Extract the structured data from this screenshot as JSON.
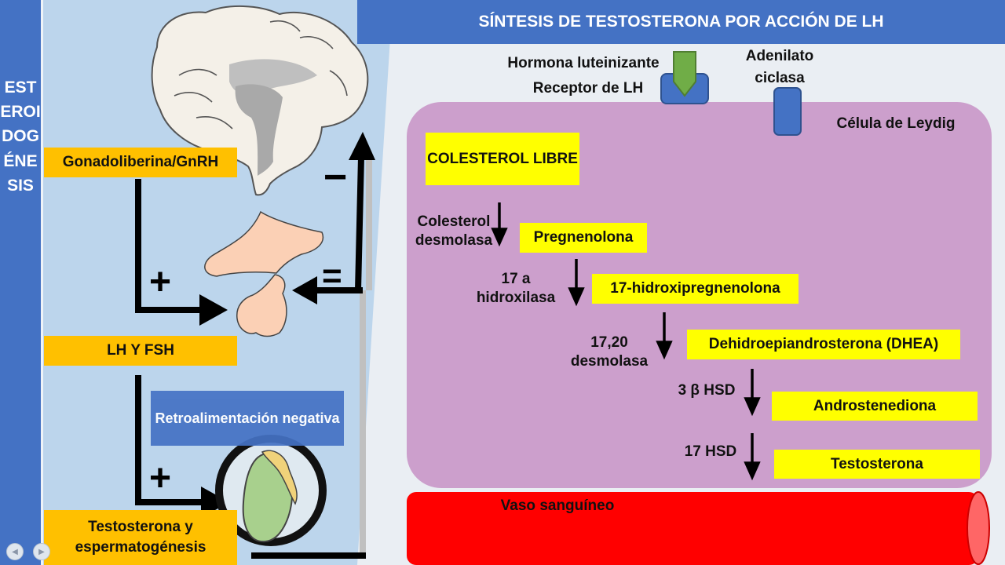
{
  "sidebar": {
    "title": "ESTEROIDOGÉNESIS"
  },
  "header": {
    "title": "SÍNTESIS DE TESTOSTERONA POR ACCIÓN DE LH"
  },
  "left": {
    "gnrh": "Gonadoliberina/GnRH",
    "lh_fsh": "LH Y FSH",
    "testosterona": "Testosterona y espermatogénesis",
    "feedback": "Retroalimentación negativa",
    "plus_1": "+",
    "plus_2": "+",
    "minus_1": "−",
    "minus_2": "="
  },
  "membrane": {
    "hormona": "Hormona luteinizante",
    "receptor": "Receptor de LH",
    "adenilato": "Adenilato ciclasa",
    "celula": "Célula de Leydig"
  },
  "pathway": {
    "steps": [
      "COLESTEROL LIBRE",
      "Pregnenolona",
      "17-hidroxipregnenolona",
      "Dehidroepiandrosterona (DHEA)",
      "Androstenediona",
      "Testosterona"
    ],
    "enzymes": [
      "Colesterol desmolasa",
      "17 a hidroxilasa",
      "17,20 desmolasa",
      "3 β HSD",
      "17 HSD"
    ]
  },
  "vessel": {
    "label": "Vaso sanguíneo"
  },
  "colors": {
    "accent_blue": "#4472c4",
    "orange": "#ffc000",
    "yellow": "#ffff00",
    "cell": "#cc9fcc",
    "vessel": "#ff0000",
    "hormone_green": "#70ad47"
  },
  "nav": {
    "prev_icon": "◀",
    "next_icon": "▶"
  }
}
